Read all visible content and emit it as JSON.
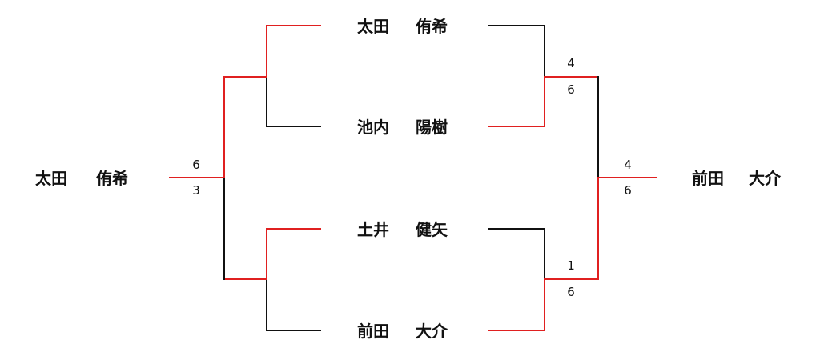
{
  "colors": {
    "winner_line": "#e02020",
    "loser_line": "#111111",
    "text": "#111111"
  },
  "players": [
    {
      "surname": "太田",
      "given": "侑希"
    },
    {
      "surname": "池内",
      "given": "陽樹"
    },
    {
      "surname": "土井",
      "given": "健矢"
    },
    {
      "surname": "前田",
      "given": "大介"
    }
  ],
  "semifinals": [
    {
      "top_score": "4",
      "bottom_score": "6"
    },
    {
      "top_score": "1",
      "bottom_score": "6"
    }
  ],
  "left_final": {
    "top_score": "6",
    "bottom_score": "3"
  },
  "right_final": {
    "top_score": "4",
    "bottom_score": "6"
  },
  "left_champion": {
    "surname": "太田",
    "given": "侑希"
  },
  "right_champion": {
    "surname": "前田",
    "given": "大介"
  }
}
